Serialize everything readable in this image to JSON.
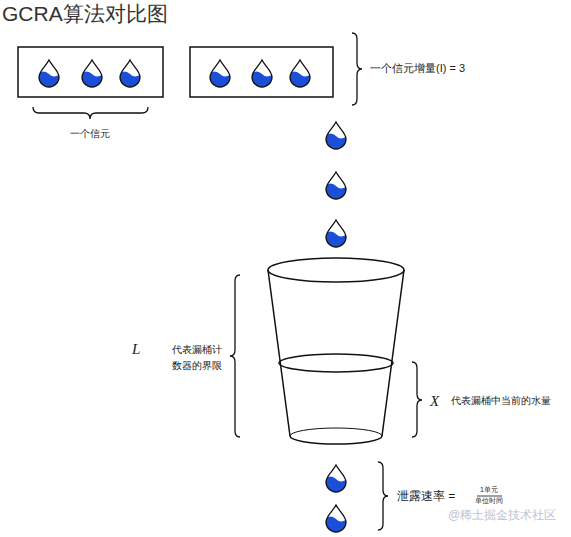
{
  "diagram": {
    "title": "GCRA算法对比图",
    "labels": [
      "一个信元",
      "一个信元增量(I) = 3",
      "L",
      "代表漏桶计数器的界限",
      "X",
      "代表漏桶中当前的水量",
      "泄露速率 =",
      "1单元",
      "单位时间",
      "@稀土掘金技术社区"
    ]
  }
}
